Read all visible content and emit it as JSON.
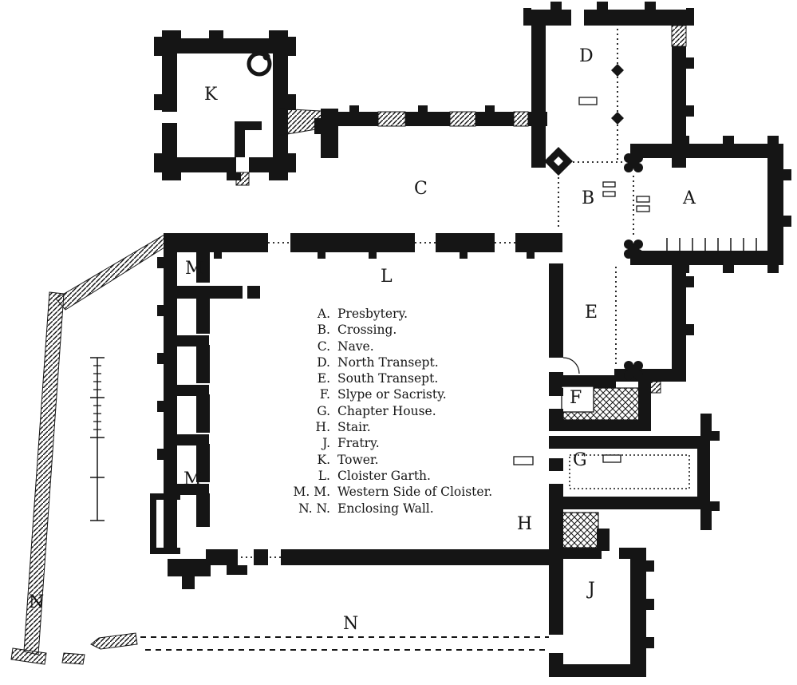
{
  "colors": {
    "ink": "#151515",
    "paper": "#ffffff"
  },
  "plan_letters": {
    "a": "A",
    "b": "B",
    "c": "C",
    "d": "D",
    "e": "E",
    "f": "F",
    "g": "G",
    "h": "H",
    "j": "J",
    "k": "K",
    "l": "L",
    "m1": "M",
    "m2": "M",
    "n1": "N",
    "n2": "N"
  },
  "legend": {
    "items": [
      {
        "key": "A.",
        "label": "Presbytery."
      },
      {
        "key": "B.",
        "label": "Crossing."
      },
      {
        "key": "C.",
        "label": "Nave."
      },
      {
        "key": "D.",
        "label": "North Transept."
      },
      {
        "key": "E.",
        "label": "South Transept."
      },
      {
        "key": "F.",
        "label": "Slype or Sacristy."
      },
      {
        "key": "G.",
        "label": "Chapter House."
      },
      {
        "key": "H.",
        "label": "Stair."
      },
      {
        "key": "J.",
        "label": "Fratry."
      },
      {
        "key": "K.",
        "label": "Tower."
      },
      {
        "key": "L.",
        "label": "Cloister Garth."
      },
      {
        "key": "M. M.",
        "label": "Western Side of Cloister."
      },
      {
        "key": "N. N.",
        "label": "Enclosing Wall."
      }
    ]
  }
}
